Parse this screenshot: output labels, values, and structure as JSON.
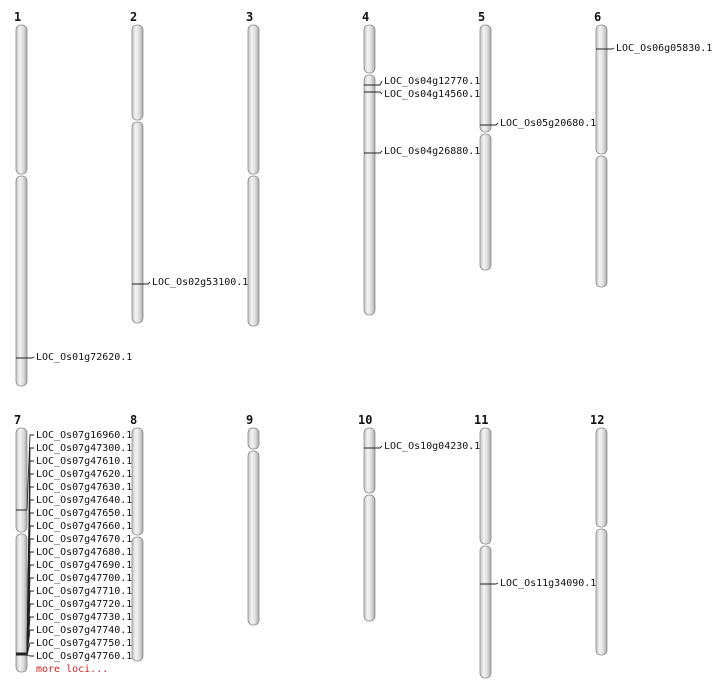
{
  "colors": {
    "chromosome_fill_light": "#f2f2f2",
    "chromosome_fill_dark": "#bdbdbd",
    "chromosome_edge": "#8c8c8c",
    "marker_line": "#222222",
    "label_text": "#111111",
    "more_link": "#cc2222"
  },
  "chromosomes": [
    {
      "id": "1",
      "label": "1",
      "loci": [
        {
          "name": "LOC_Os01g72620.1"
        }
      ]
    },
    {
      "id": "2",
      "label": "2",
      "loci": [
        {
          "name": "LOC_Os02g53100.1"
        }
      ]
    },
    {
      "id": "3",
      "label": "3",
      "loci": []
    },
    {
      "id": "4",
      "label": "4",
      "loci": [
        {
          "name": "LOC_Os04g12770.1"
        },
        {
          "name": "LOC_Os04g14560.1"
        },
        {
          "name": "LOC_Os04g26880.1"
        }
      ]
    },
    {
      "id": "5",
      "label": "5",
      "loci": [
        {
          "name": "LOC_Os05g20680.1"
        }
      ]
    },
    {
      "id": "6",
      "label": "6",
      "loci": [
        {
          "name": "LOC_Os06g05830.1"
        }
      ]
    },
    {
      "id": "7",
      "label": "7",
      "loci": [
        {
          "name": "LOC_Os07g16960.1"
        },
        {
          "name": "LOC_Os07g47300.1"
        },
        {
          "name": "LOC_Os07g47610.1"
        },
        {
          "name": "LOC_Os07g47620.1"
        },
        {
          "name": "LOC_Os07g47630.1"
        },
        {
          "name": "LOC_Os07g47640.1"
        },
        {
          "name": "LOC_Os07g47650.1"
        },
        {
          "name": "LOC_Os07g47660.1"
        },
        {
          "name": "LOC_Os07g47670.1"
        },
        {
          "name": "LOC_Os07g47680.1"
        },
        {
          "name": "LOC_Os07g47690.1"
        },
        {
          "name": "LOC_Os07g47700.1"
        },
        {
          "name": "LOC_Os07g47710.1"
        },
        {
          "name": "LOC_Os07g47720.1"
        },
        {
          "name": "LOC_Os07g47730.1"
        },
        {
          "name": "LOC_Os07g47740.1"
        },
        {
          "name": "LOC_Os07g47750.1"
        },
        {
          "name": "LOC_Os07g47760.1"
        }
      ],
      "more_label": "more loci..."
    },
    {
      "id": "8",
      "label": "8",
      "loci": []
    },
    {
      "id": "9",
      "label": "9",
      "loci": []
    },
    {
      "id": "10",
      "label": "10",
      "loci": [
        {
          "name": "LOC_Os10g04230.1"
        }
      ]
    },
    {
      "id": "11",
      "label": "11",
      "loci": [
        {
          "name": "LOC_Os11g34090.1"
        }
      ]
    },
    {
      "id": "12",
      "label": "12",
      "loci": []
    }
  ]
}
